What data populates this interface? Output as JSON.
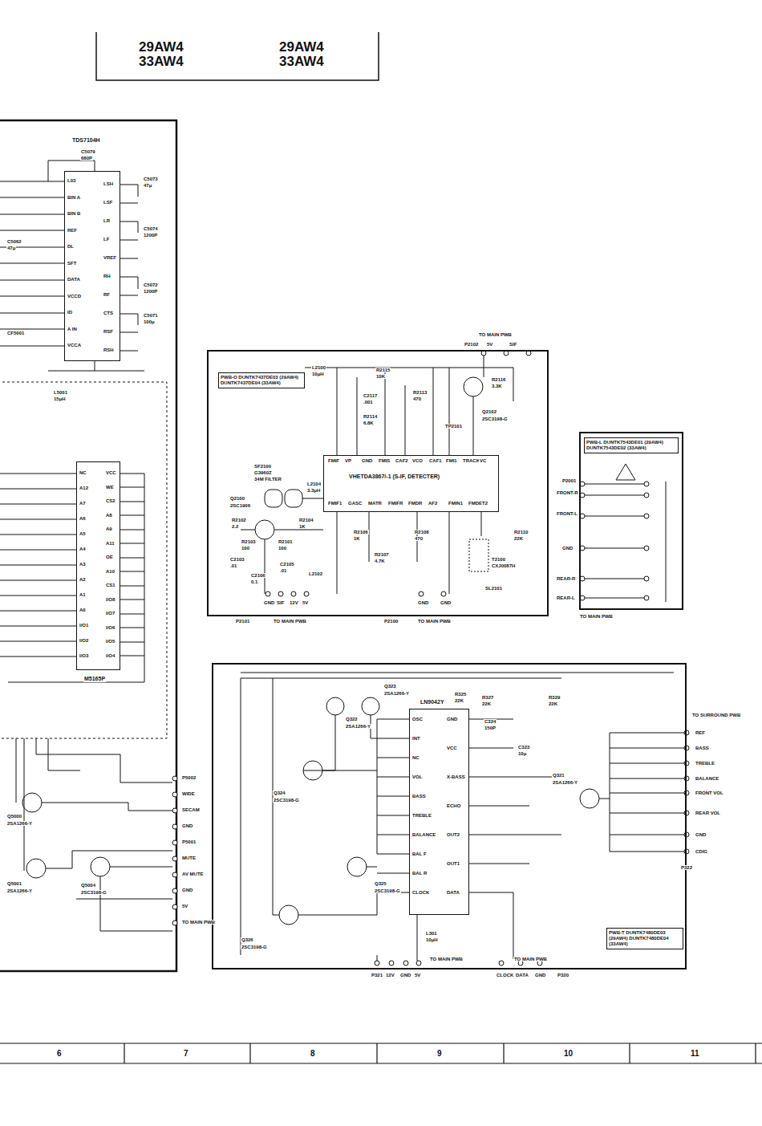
{
  "diagram": {
    "nodes": [
      {
        "text": [
          "TDS7104H"
        ]
      },
      {
        "text": [
          "M5165P"
        ]
      },
      {
        "text": [
          "PWB-O DUNTK7437DE03 (29AW4) DUNTK7437DE04 (33AW4)"
        ]
      },
      {
        "text": [
          "VHETDA3867/-1 (S-IF, DETECTER)"
        ],
        "in": 2
      },
      {
        "text": [
          "PWB-L DUNTK7543DE01 (29AW4) DUNTK7543DE02 (33AW4)"
        ]
      },
      {
        "text": [
          "PWB-T DUNTK7480DE03 (29AW4) DUNTK7480DE04 (33AW4)"
        ]
      },
      {
        "text": [
          "LN9042Y"
        ],
        "in": 5
      }
    ],
    "labels": [
      "29AW4",
      "33AW4",
      "29AW4",
      "33AW4",
      "L03",
      "BIN A",
      "BIN B",
      "REF",
      "DL",
      "SFT",
      "DATA",
      "VCCD",
      "ID",
      "A IN",
      "VCCA",
      "LSH",
      "LSF",
      "LR",
      "LF",
      "VREF",
      "RH",
      "RF",
      "CTS",
      "RSF",
      "RSH",
      "NC",
      "A12",
      "A7",
      "A6",
      "A5",
      "A4",
      "A3",
      "A2",
      "A1",
      "A0",
      "I/O1",
      "I/O2",
      "I/O3",
      "VCC",
      "WE",
      "CS2",
      "A8",
      "A9",
      "A11",
      "OE",
      "A10",
      "CS1",
      "I/O8",
      "I/O7",
      "I/O6",
      "I/O5",
      "I/O4",
      "C5079",
      "680P",
      "C5073",
      "47μ",
      "C5074",
      "1200P",
      "C5072",
      "1200P",
      "C5071",
      "100μ",
      "CF5001",
      "C5062",
      "47μ",
      "L5001",
      "15μH",
      "Q5000",
      "2SA1266-Y",
      "Q5001",
      "2SA1266-Y",
      "Q5004",
      "2SC3198-G",
      "P5002",
      "WIDE",
      "SECAM",
      "GND",
      "P5001",
      "MUTE",
      "AV MUTE",
      "GND",
      "5V",
      "TO MAIN PWB",
      "TO MAIN PWB",
      "P2102",
      "5V",
      "SIF",
      "L2100",
      "10μH",
      "R2115",
      "10K",
      "C2117",
      ".001",
      "R2113",
      "470",
      "R2114",
      "6.8K",
      "TP2101",
      "Q2102",
      "2SC3198-G",
      "R2116",
      "3.3K",
      "SF2100",
      "G3960Z",
      "34M FILTER",
      "L2104",
      "3.3μH",
      "Q2100",
      "2SC1906",
      "R2102",
      "2.2",
      "R2103",
      "100",
      "R2101",
      "100",
      "R2104",
      "1K",
      "C2103",
      ".01",
      "C2106",
      "0.1",
      "C2105",
      ".01",
      "L2102",
      "FMIF",
      "VP",
      "GND",
      "FMIS",
      "CAF2",
      "VCO",
      "CAF1",
      "FMI1",
      "TRACK",
      "VC",
      "FMIF1",
      "GASC",
      "MATR",
      "FMIFR",
      "FMDR",
      "AF2",
      "FMIN1",
      "FMDET2",
      "R2106",
      "1K",
      "R2107",
      "4.7K",
      "R2108",
      "470",
      "R2110",
      "22K",
      "T2100",
      "CXJ0087H",
      "SL2101",
      "P2101",
      "GND",
      "SIF",
      "12V",
      "5V",
      "TO MAIN PWB",
      "P2100",
      "GND",
      "GND",
      "TO MAIN PWB",
      "P2001",
      "FRONT-R",
      "FRONT-L",
      "GND",
      "REAR-R",
      "REAR-L",
      "TO MAIN PWB",
      "Q323",
      "2SA1266-Y",
      "Q322",
      "2SA1266-Y",
      "Q324",
      "2SC3198-G",
      "Q325",
      "2SC3198-G",
      "Q326",
      "2SC3198-G",
      "Q321",
      "2SA1266-Y",
      "R325",
      "22K",
      "R327",
      "22K",
      "R329",
      "22K",
      "C324",
      "150P",
      "C323",
      "10μ",
      "L301",
      "10μH",
      "OSC",
      "INT",
      "NC",
      "VOL",
      "BASS",
      "TREBLE",
      "BALANCE",
      "BAL F",
      "BAL R",
      "CLOCK",
      "GND",
      "VCC",
      "X-BASS",
      "ECHO",
      "OUT2",
      "OUT1",
      "DATA",
      "TO SURROUND PWB",
      "REF",
      "BASS",
      "TREBLE",
      "BALANCE",
      "FRONT VOL",
      "REAR VOL",
      "GND",
      "CDIG",
      "P322",
      "P321",
      "12V",
      "GND",
      "5V",
      "TO MAIN PWB",
      "CLOCK",
      "DATA",
      "GND",
      "P320",
      "TO MAIN PWB",
      "6",
      "7",
      "8",
      "9",
      "10",
      "11"
    ]
  }
}
